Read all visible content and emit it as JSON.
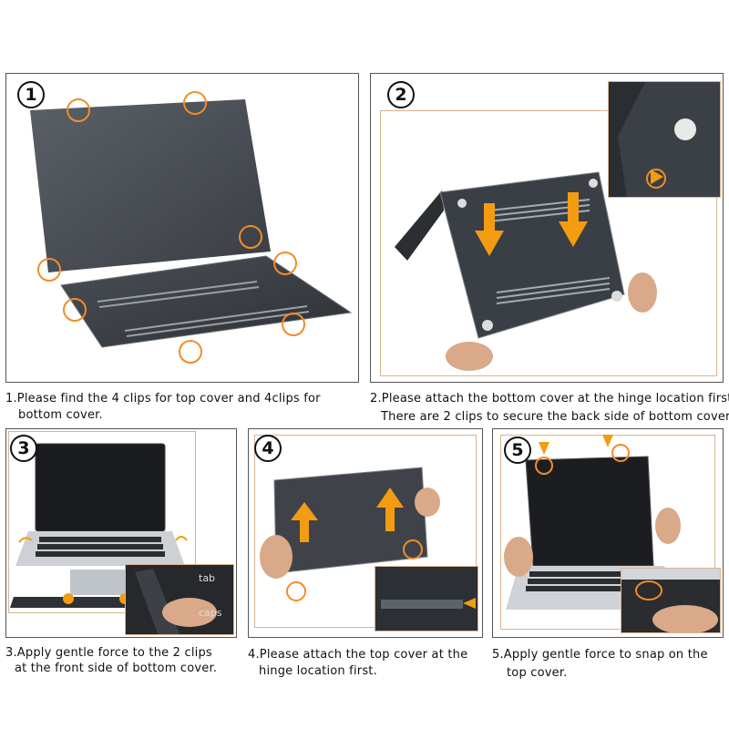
{
  "steps": [
    {
      "number": "1",
      "lines": [
        "1.Please find the 4 clips for top cover and 4clips for",
        "bottom cover."
      ]
    },
    {
      "number": "2",
      "lines": [
        "2.Please attach the bottom cover at the hinge location first.",
        "There are 2 clips to secure the back side of bottom cover."
      ]
    },
    {
      "number": "3",
      "lines": [
        "3.Apply gentle force to the 2 clips",
        "at the front side of bottom cover."
      ]
    },
    {
      "number": "4",
      "lines": [
        "4.Please attach the top cover at the",
        "hinge location first."
      ]
    },
    {
      "number": "5",
      "lines": [
        "5.Apply gentle force to  snap on  the",
        "top cover."
      ]
    }
  ],
  "keyboard_labels": {
    "tab": "tab",
    "caps": "caps"
  },
  "colors": {
    "accent_orange": "#f28c28",
    "arrow_orange": "#f39c12",
    "cover_dark": "#3f4349",
    "border": "#555555",
    "inset_border": "#d9b48f"
  }
}
